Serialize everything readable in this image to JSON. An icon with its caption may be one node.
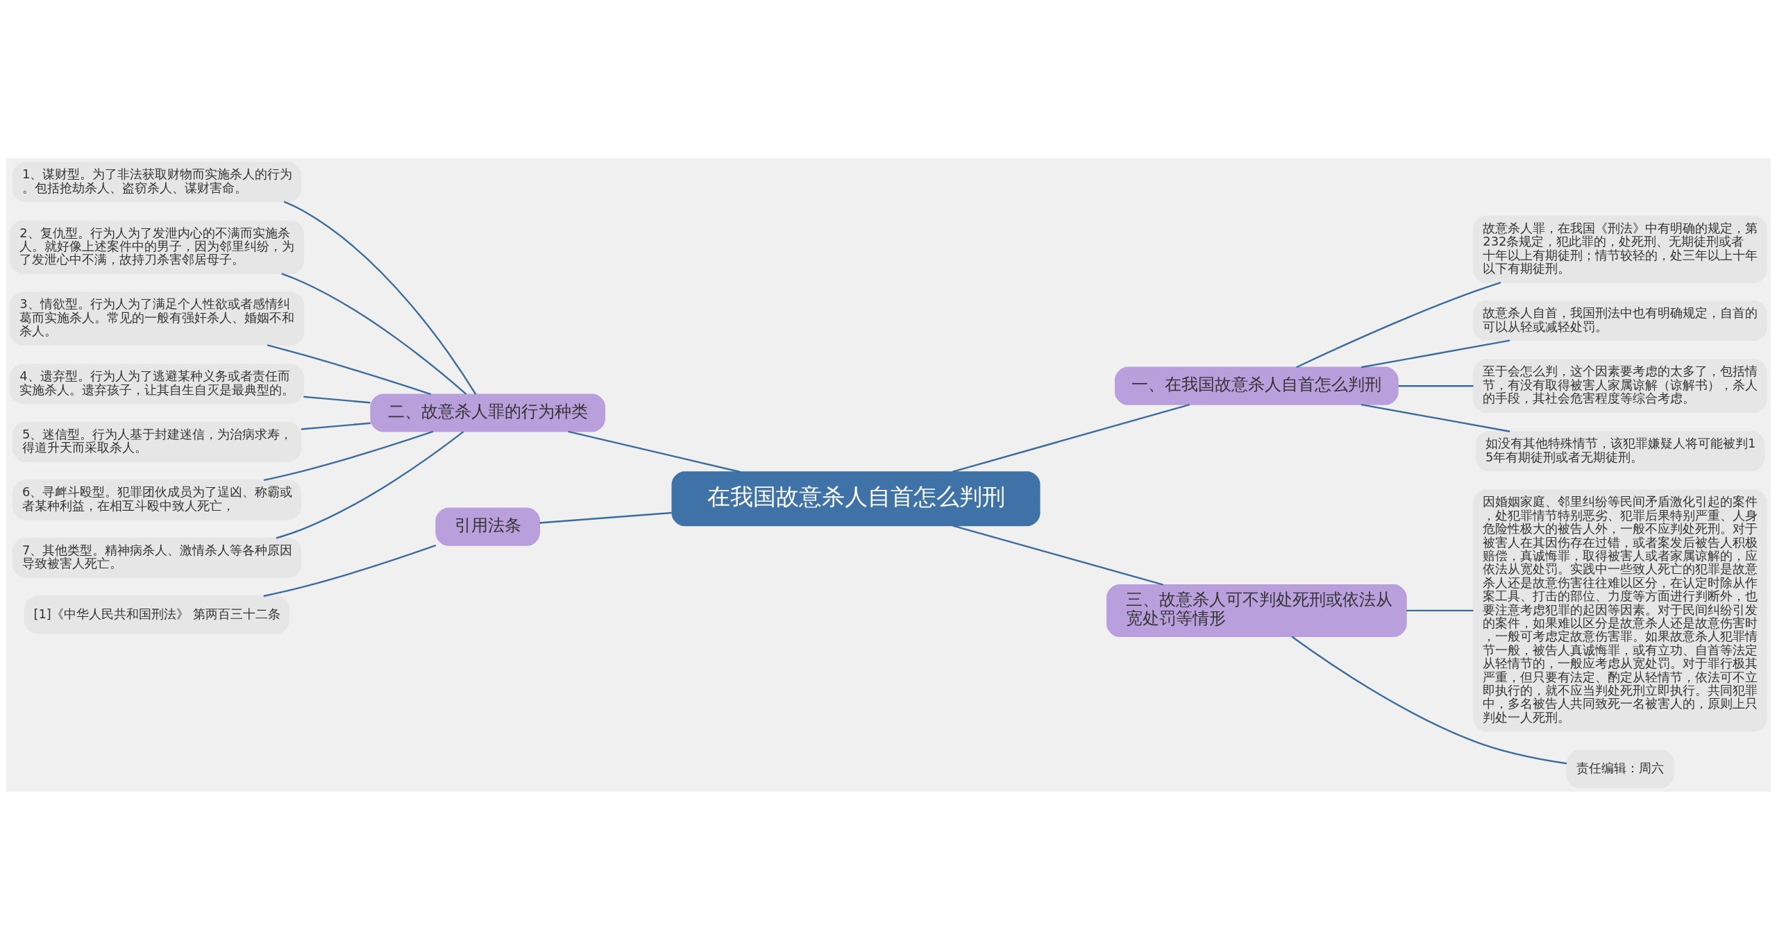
{
  "diagram": {
    "nodes": [
      {
        "text": [
          "在我国故意杀人自首怎么判刑"
        ]
      },
      {
        "text": [
          "一、在我国故意杀人自首怎么判刑"
        ]
      },
      {
        "text": [
          "故意杀人罪，在我国《刑法》中有明确的规定，第232条规定，犯此罪的，处死刑、无期徒刑或者十年以上有期徒刑；情节较轻的，处三年以上十年以下有期徒刑。"
        ]
      },
      {
        "text": [
          "故意杀人自首，我国刑法中也有明确规定，自首的可以从轻或减轻处罚。"
        ]
      },
      {
        "text": [
          "至于会怎么判，这个因素要考虑的太多了，包括情节，有没有取得被害人家属谅解（谅解书），杀人的手段，其社会危害程度等综合考虑。"
        ]
      },
      {
        "text": [
          "如没有其他特殊情节，该犯罪嫌疑人将可能被判15年有期徒刑或者无期徒刑。"
        ]
      },
      {
        "text": [
          "二、故意杀人罪的行为种类"
        ]
      },
      {
        "text": [
          "1、谋财型。为了非法获取财物而实施杀人的行为。包括抢劫杀人、盗窃杀人、谋财害命。"
        ]
      },
      {
        "text": [
          "2、复仇型。行为人为了发泄内心的不满而实施杀人。就好像上述案件中的男子，因为邻里纠纷，为了发泄心中不满，故持刀杀害邻居母子。"
        ]
      },
      {
        "text": [
          "3、情欲型。行为人为了满足个人性欲或者感情纠葛而实施杀人。常见的一般有强奸杀人、婚姻不和杀人。"
        ]
      },
      {
        "text": [
          "4、遗弃型。行为人为了逃避某种义务或者责任而实施杀人。遗弃孩子，让其自生自灭是最典型的。"
        ]
      },
      {
        "text": [
          "5、迷信型。行为人基于封建迷信，为治病求寿，得道升天而采取杀人。"
        ]
      },
      {
        "text": [
          "6、寻衅斗殴型。犯罪团伙成员为了逞凶、称霸或者某种利益，在相互斗殴中致人死亡，"
        ]
      },
      {
        "text": [
          "7、其他类型。精神病杀人、激情杀人等各种原因导致被害人死亡。"
        ]
      },
      {
        "text": [
          "三、故意杀人可不判处死刑或依法从宽处罚等情形"
        ]
      },
      {
        "text": [
          "因婚姻家庭、邻里纠纷等民间矛盾激化引起的案件，处犯罪情节特别恶劣、犯罪后果特别严重、人身危险性极大的被告人外，一般不应判处死刑。对于被害人在其因伤存在过错，或者案发后被告人积极赔偿，真诚悔罪，取得被害人或者家属谅解的，应依法从宽处罚。实践中一些致人死亡的犯罪是故意杀人还是故意伤害往往难以区分，在认定时除从作案工具、打击的部位、力度等方面进行判断外，也要注意考虑犯罪的起因等因素。对于民间纠纷引发的案件，如果难以区分是故意杀人还是故意伤害时，一般可考虑定故意伤害罪。如果故意杀人犯罪情节一般，被告人真诚悔罪，或有立功、自首等法定从轻情节的，一般应考虑从宽处罚。对于罪行极其严重，但只要有法定、酌定从轻情节，依法可不立即执行的，就不应当判处死刑立即执行。共同犯罪中，多名被告人共同致死一名被害人的，原则上只判处一人死刑。"
        ]
      },
      {
        "text": [
          "责任编辑：周六"
        ]
      },
      {
        "text": [
          "引用法条"
        ]
      },
      {
        "text": [
          "[1]《中华人民共和国刑法》 第两百三十二条"
        ]
      }
    ],
    "edges": [
      {
        "from": 0,
        "to": 1,
        "arrow": "none"
      },
      {
        "from": 1,
        "to": 2,
        "arrow": "none"
      },
      {
        "from": 1,
        "to": 3,
        "arrow": "none"
      },
      {
        "from": 1,
        "to": 4,
        "arrow": "none"
      },
      {
        "from": 1,
        "to": 5,
        "arrow": "none"
      },
      {
        "from": 0,
        "to": 6,
        "arrow": "none"
      },
      {
        "from": 6,
        "to": 7,
        "arrow": "none"
      },
      {
        "from": 6,
        "to": 8,
        "arrow": "none"
      },
      {
        "from": 6,
        "to": 9,
        "arrow": "none"
      },
      {
        "from": 6,
        "to": 10,
        "arrow": "none"
      },
      {
        "from": 6,
        "to": 11,
        "arrow": "none"
      },
      {
        "from": 6,
        "to": 12,
        "arrow": "none"
      },
      {
        "from": 6,
        "to": 13,
        "arrow": "none"
      },
      {
        "from": 0,
        "to": 14,
        "arrow": "none"
      },
      {
        "from": 14,
        "to": 15,
        "arrow": "none"
      },
      {
        "from": 14,
        "to": 16,
        "arrow": "none"
      },
      {
        "from": 0,
        "to": 17,
        "arrow": "none"
      },
      {
        "from": 17,
        "to": 18,
        "arrow": "none"
      }
    ]
  }
}
